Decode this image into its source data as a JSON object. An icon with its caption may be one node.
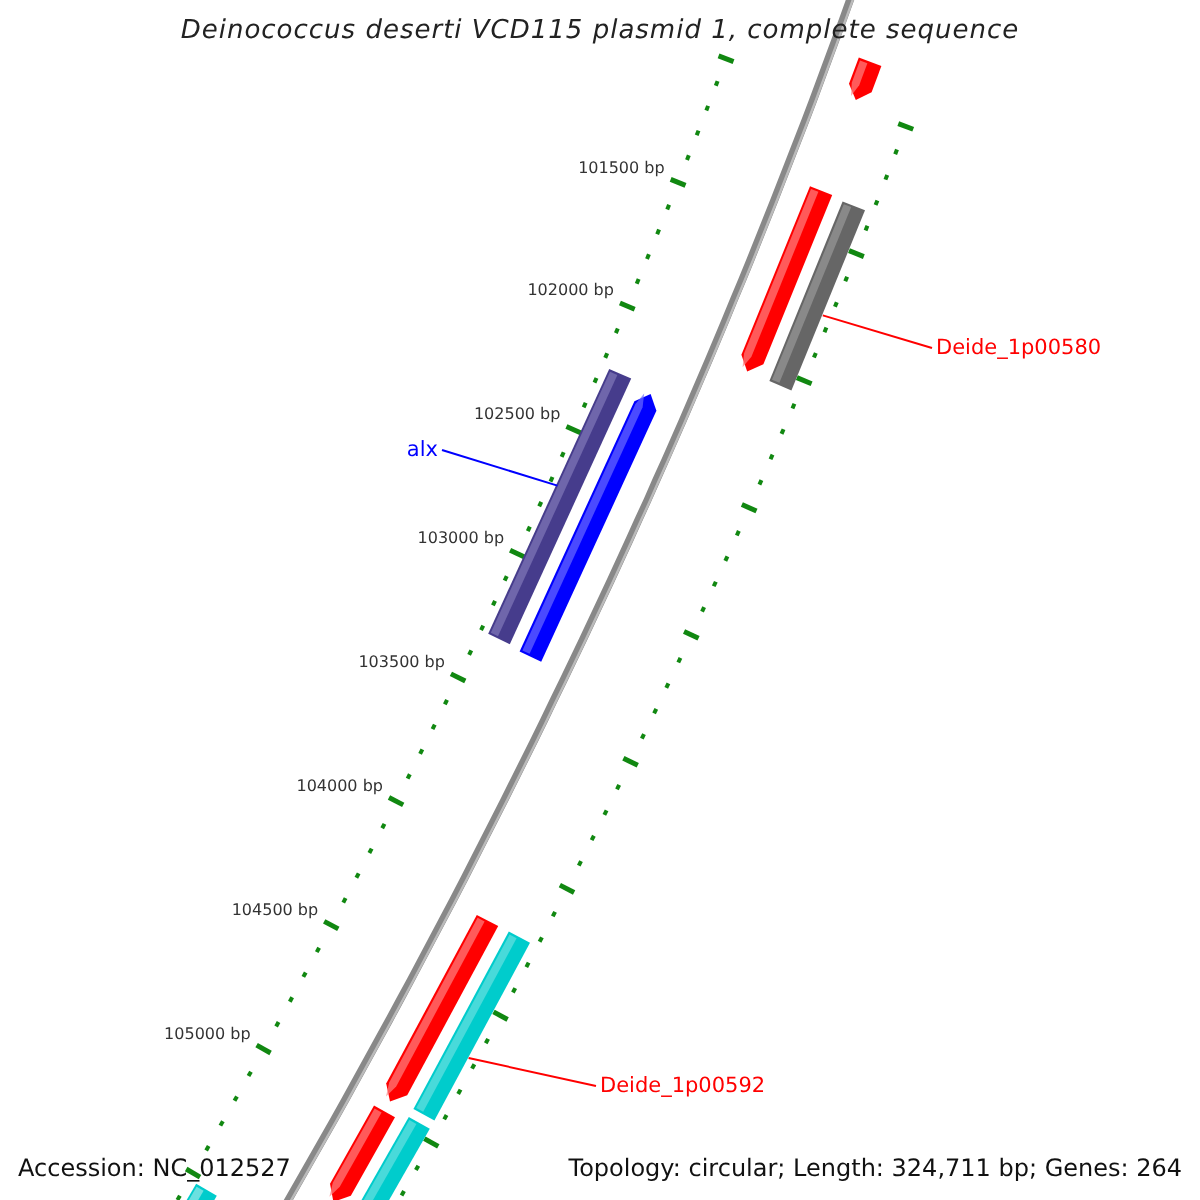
{
  "diagram": {
    "title": "Deinococcus deserti VCD115 plasmid 1, complete sequence",
    "nodes": [
      {
        "text": [],
        "shape": "bar"
      },
      {
        "text": [],
        "shape": "bar"
      },
      {
        "text": [],
        "shape": "bar"
      },
      {
        "text": [
          "Deide_1p00580"
        ]
      },
      {
        "text": [],
        "shape": "bar"
      },
      {
        "text": [],
        "shape": "bar"
      },
      {
        "text": [
          "alx"
        ]
      },
      {
        "text": [],
        "shape": "bar"
      },
      {
        "text": [],
        "shape": "bar"
      },
      {
        "text": [
          "Deide_1p00592"
        ]
      },
      {
        "text": [],
        "shape": "bar"
      },
      {
        "text": [],
        "shape": "bar"
      },
      {
        "text": [],
        "shape": "bar"
      }
    ],
    "edges": [
      {
        "from": 3,
        "to": 2,
        "arrow": "none",
        "color": "#ff0000"
      },
      {
        "from": 6,
        "to": 4,
        "arrow": "none",
        "color": "#0000ff"
      },
      {
        "from": 9,
        "to": 8,
        "arrow": "none",
        "color": "#ff0000"
      }
    ],
    "labels": [
      "101500 bp",
      "102000 bp",
      "102500 bp",
      "103000 bp",
      "103500 bp",
      "104000 bp",
      "104500 bp",
      "105000 bp",
      "Accession: NC_012527",
      "Topology: circular; Length: 324,711 bp; Genes: 264"
    ]
  }
}
